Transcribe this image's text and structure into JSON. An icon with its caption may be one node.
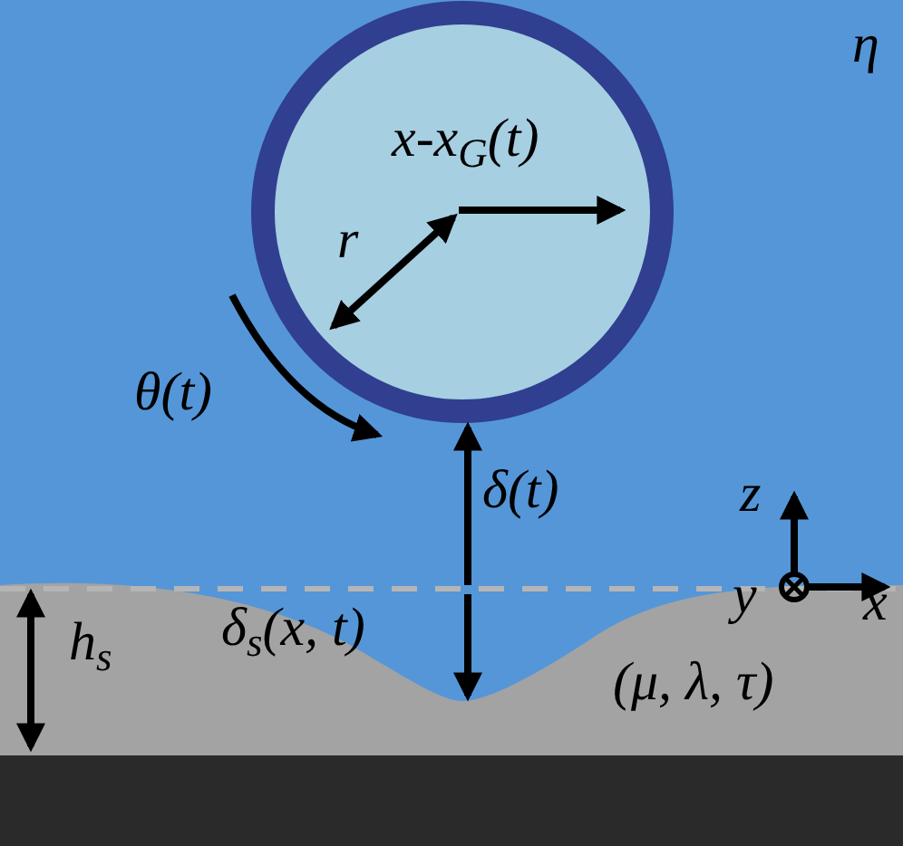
{
  "diagram": {
    "labels": [
      "η",
      "x-x$_{G}$(t)",
      "r",
      "θ(t)",
      "δ(t)",
      "z",
      "y",
      "x",
      "h$_{s}$",
      "δ$_{s}$(x, t)",
      "(μ, λ, τ)"
    ]
  }
}
